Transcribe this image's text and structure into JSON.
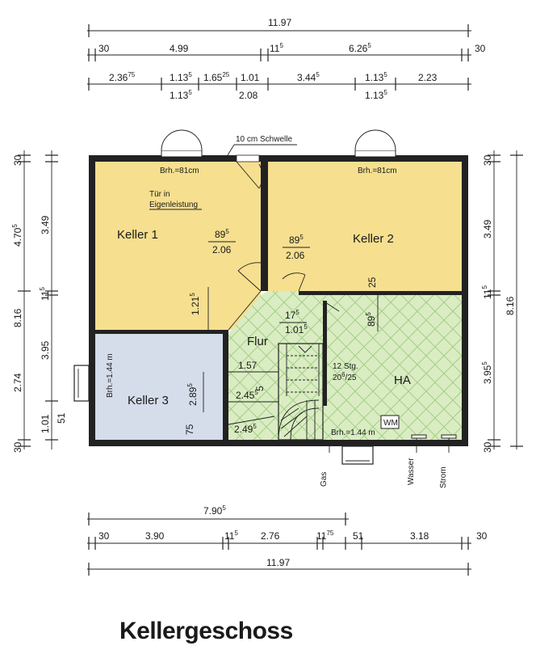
{
  "title": "Kellergeschoss",
  "colors": {
    "keller_yellow": "#f6df8f",
    "keller3_blue": "#d5dcea",
    "hatch_green": "#d9ecc2",
    "hatch_line": "#9fcb7f",
    "wall": "#222222"
  },
  "rooms": {
    "keller1": "Keller 1",
    "keller2": "Keller 2",
    "keller3": "Keller 3",
    "flur": "Flur",
    "ha": "HA"
  },
  "labels": {
    "schwelle": "10 cm Schwelle",
    "brh_k1": "Brh.=81cm",
    "brh_k2": "Brh.=81cm",
    "tuer_line1": "Tür in",
    "tuer_line2": "Eigenleistung",
    "brh_k3": "Brh.=1.44 m",
    "brh_ha": "Brh.=1.44 m",
    "wm": "WM",
    "stairs_line1": "12 Stg.",
    "stairs_line2_a": "20",
    "stairs_line2_sup": "6",
    "stairs_line2_b": "/25",
    "gas": "Gas",
    "wasser": "Wasser",
    "strom": "Strom"
  },
  "door_dims": {
    "k1_width": "89",
    "k1_width_sup": "5",
    "k1_height": "2.06",
    "k2_width": "89",
    "k2_width_sup": "5",
    "k2_height": "2.06",
    "flur_width": "17",
    "flur_width_sup": "5",
    "flur_height": "1.01",
    "flur_height_sup": "5"
  },
  "interior_dims": {
    "d_121": "1.21",
    "d_121_sup": "5",
    "d_2895": "2.89",
    "d_2895_sup": "5",
    "d_75": "75",
    "d_157": "1.57",
    "d_2455": "2.45",
    "d_2455_sup": "5",
    "d_5": "5",
    "d_2495": "2.49",
    "d_2495_sup": "5",
    "d_25": "25",
    "d_895": "89",
    "d_895_sup": "5"
  },
  "top_dims": {
    "overall": "11.97",
    "r1": [
      "30",
      "4.99",
      "11",
      "6.26",
      "30"
    ],
    "r1_sup": [
      "",
      "",
      "5",
      "5",
      ""
    ],
    "r2": [
      "2.36",
      "1.13",
      "1.65",
      "1.01",
      "3.44",
      "1.13",
      "2.23"
    ],
    "r2_sup": [
      "75",
      "5",
      "25",
      "",
      "5",
      "5",
      ""
    ],
    "r3": [
      "1.13",
      "2.08",
      "1.13"
    ],
    "r3_sup": [
      "5",
      "",
      "5"
    ]
  },
  "bottom_dims": {
    "partial": "7.90",
    "partial_sup": "5",
    "r1": [
      "30",
      "3.90",
      "11",
      "2.76",
      "11",
      "51",
      "3.18",
      "30"
    ],
    "r1_sup": [
      "",
      "",
      "5",
      "",
      "75",
      "",
      "",
      ""
    ],
    "overall": "11.97"
  },
  "left_dims": {
    "outer": [
      "30",
      "4.70",
      "8.16",
      "2.74",
      "30"
    ],
    "outer_sup": [
      "",
      "5",
      "",
      "",
      ""
    ],
    "inner": [
      "3.49",
      "11",
      "3.95",
      "1.01",
      "51"
    ],
    "inner_sup": [
      "",
      "5",
      "",
      "",
      ""
    ]
  },
  "right_dims": {
    "inner": [
      "30",
      "3.49",
      "11",
      "3.95",
      "30"
    ],
    "inner_sup": [
      "",
      "",
      "5",
      "5",
      ""
    ],
    "outer": "8.16"
  }
}
